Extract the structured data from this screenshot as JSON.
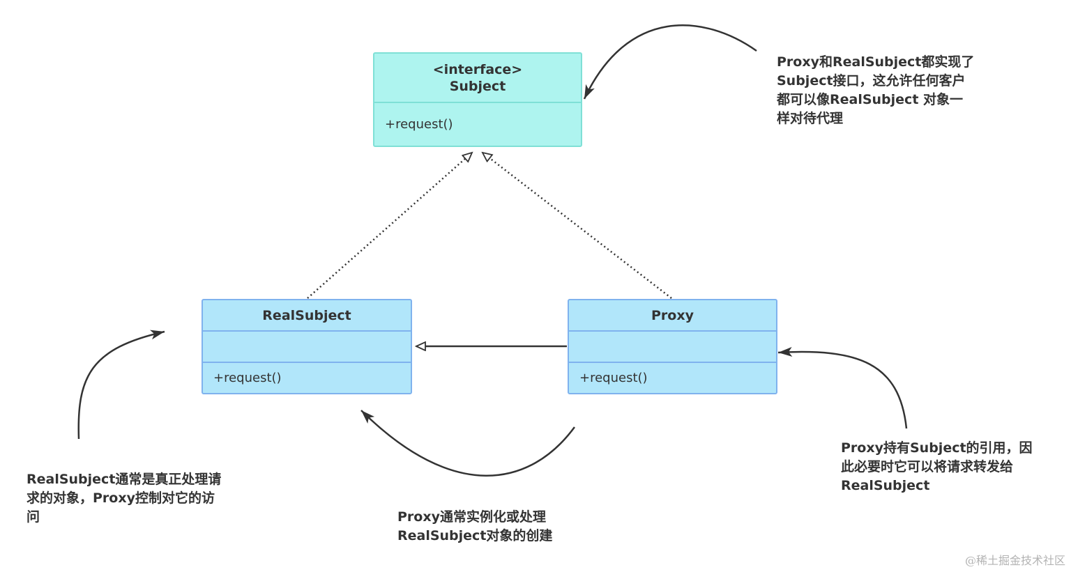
{
  "classes": {
    "subject": {
      "stereotype": "<interface>",
      "name": "Subject",
      "methods": "+request()",
      "fill": "#aef4ef",
      "border": "#7fe0d6"
    },
    "realsubject": {
      "name": "RealSubject",
      "fields": "",
      "methods": "+request()",
      "fill": "#b1e6fa",
      "border": "#7fb2ee"
    },
    "proxy": {
      "name": "Proxy",
      "fields": "",
      "methods": "+request()",
      "fill": "#b1e6fa",
      "border": "#7fb2ee"
    }
  },
  "relations": [
    {
      "type": "realization",
      "from": "RealSubject",
      "to": "Subject",
      "style": "dotted",
      "arrowhead": "hollow-triangle"
    },
    {
      "type": "realization",
      "from": "Proxy",
      "to": "Subject",
      "style": "dotted",
      "arrowhead": "hollow-triangle"
    },
    {
      "type": "association",
      "from": "Proxy",
      "to": "RealSubject",
      "style": "solid",
      "arrowhead": "hollow-triangle"
    }
  ],
  "notes": {
    "subject": "Proxy和RealSubject都实现了\nSubject接口，这允许任何客户\n都可以像RealSubject 对象一\n样对待代理",
    "proxy_ref": "Proxy持有Subject的引用，因\n此必要时它可以将请求转发给\nRealSubject",
    "realsubject": "RealSubject通常是真正处理请\n求的对象，Proxy控制对它的访\n问",
    "proxy_create": "Proxy通常实例化或处理\nRealSubject对象的创建"
  },
  "watermark": "@稀土掘金技术社区",
  "colors": {
    "connector": "#333333",
    "text": "#333333",
    "watermark": "#b3b3b3"
  }
}
